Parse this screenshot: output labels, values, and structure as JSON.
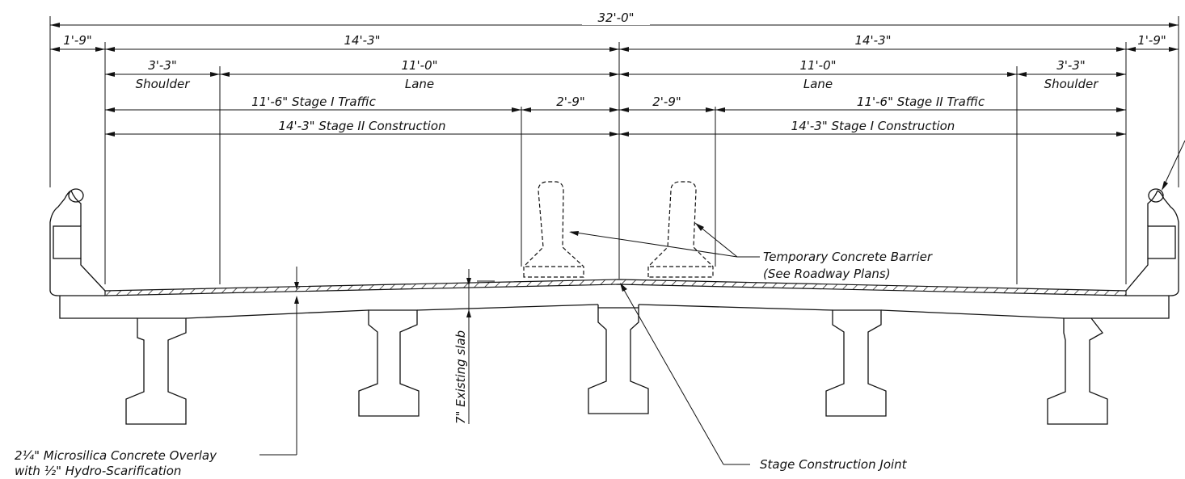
{
  "dimensions": {
    "overall": "32'-0\"",
    "overhang_left": "1'-9\"",
    "half_left": "14'-3\"",
    "half_right": "14'-3\"",
    "overhang_right": "1'-9\"",
    "shoulder_left": "3'-3\"",
    "lane_left": "11'-0\"",
    "lane_right": "11'-0\"",
    "shoulder_right": "3'-3\"",
    "shoulder_label": "Shoulder",
    "lane_label": "Lane",
    "stage1_traffic": "11'-6\" Stage I Traffic",
    "barrier_left": "2'-9\"",
    "barrier_right": "2'-9\"",
    "stage2_traffic": "11'-6\" Stage II Traffic",
    "stage2_construction": "14'-3\" Stage II Construction",
    "stage1_construction": "14'-3\" Stage I Construction"
  },
  "notes": {
    "barrier_line1": "Temporary Concrete Barrier",
    "barrier_line2": "(See Roadway Plans)",
    "joint": "Stage Construction Joint",
    "overlay_line1": "2¼\" Microsilica Concrete Overlay",
    "overlay_line2": "with ½\" Hydro-Scarification",
    "slab": "7\" Existing slab"
  }
}
